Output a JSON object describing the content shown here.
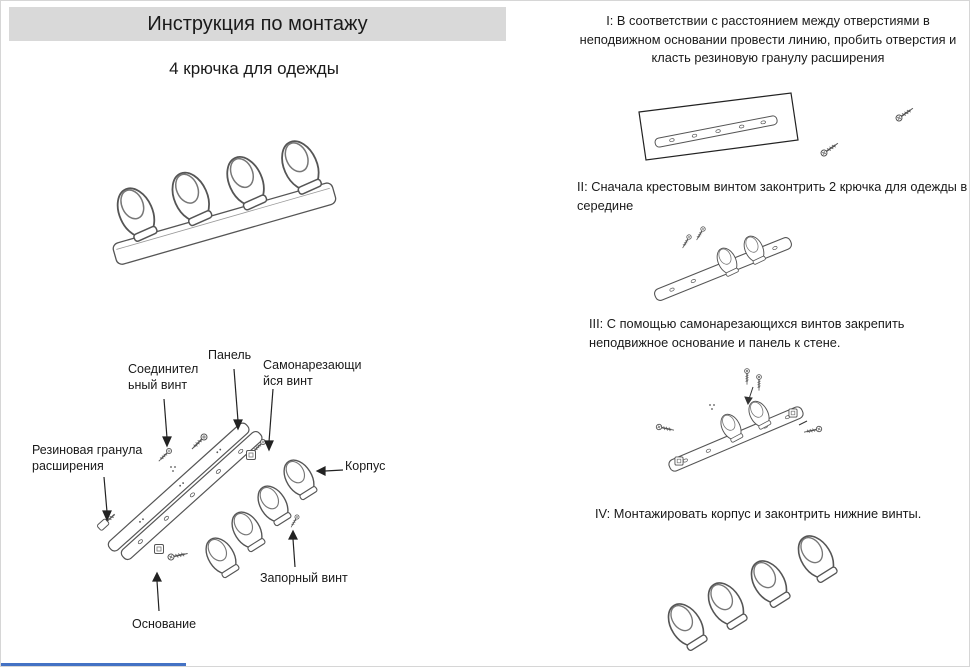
{
  "page": {
    "title": "Инструкция по монтажу",
    "subtitle": "4 крючка для одежды"
  },
  "colors": {
    "title_bar_bg": "#d9d9d9",
    "line_art": "#555555",
    "text_color": "#1a1a1a",
    "bottom_strip": "#4472c4"
  },
  "exploded_labels": {
    "panel": "Панель",
    "connecting_screw": "Соединительный винт",
    "self_tapping_screw": "Самонарезающийся винт",
    "rubber_granule": "Резиновая гранула расширения",
    "body": "Корпус",
    "locking_screw": "Запорный винт",
    "base": "Основание"
  },
  "steps": [
    {
      "text": "I: В соответствии с расстоянием между отверстиями в неподвижном основании провести линию, пробить отверстия и класть резиновую гранулу расширения"
    },
    {
      "text": "II: Сначала крестовым винтом законтрить 2 крючка для одежды в середине"
    },
    {
      "text": "III: С помощью самонарезающихся винтов закрепить неподвижное основание и панель к стене."
    },
    {
      "text": "IV: Монтажировать корпус и законтрить нижние винты."
    }
  ]
}
